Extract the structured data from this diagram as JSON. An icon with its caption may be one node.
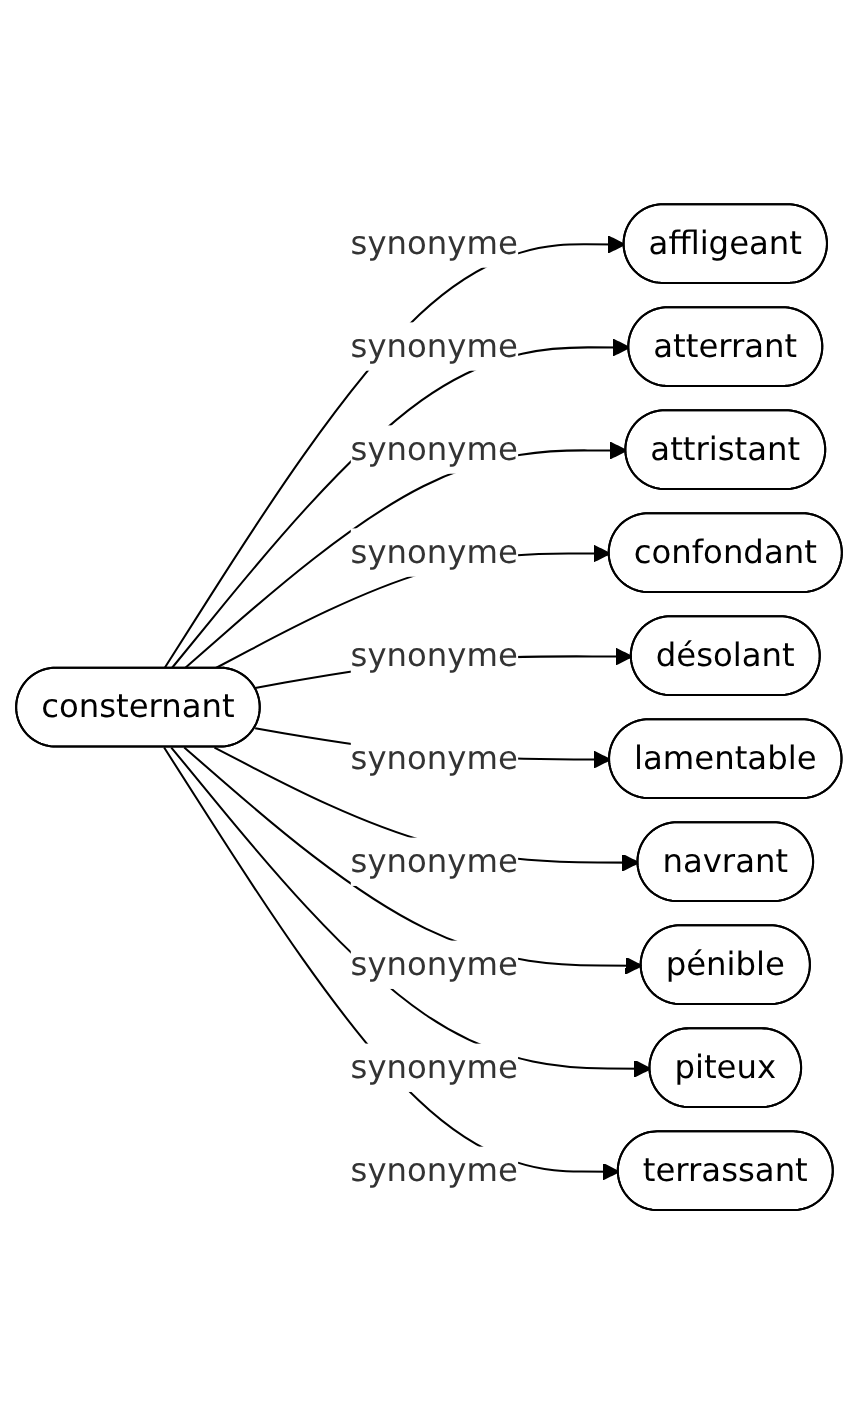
{
  "diagram": {
    "nodes": [
      {
        "text": [
          "consternant"
        ]
      },
      {
        "text": [
          "affligeant"
        ]
      },
      {
        "text": [
          "atterrant"
        ]
      },
      {
        "text": [
          "attristant"
        ]
      },
      {
        "text": [
          "confondant"
        ]
      },
      {
        "text": [
          "désolant"
        ]
      },
      {
        "text": [
          "lamentable"
        ]
      },
      {
        "text": [
          "navrant"
        ]
      },
      {
        "text": [
          "pénible"
        ]
      },
      {
        "text": [
          "piteux"
        ]
      },
      {
        "text": [
          "terrassant"
        ]
      }
    ],
    "edges": [
      {
        "from": 0,
        "to": 1,
        "arrow": "to",
        "label": "synonyme"
      },
      {
        "from": 0,
        "to": 2,
        "arrow": "to",
        "label": "synonyme"
      },
      {
        "from": 0,
        "to": 3,
        "arrow": "to",
        "label": "synonyme"
      },
      {
        "from": 0,
        "to": 4,
        "arrow": "to",
        "label": "synonyme"
      },
      {
        "from": 0,
        "to": 5,
        "arrow": "to",
        "label": "synonyme"
      },
      {
        "from": 0,
        "to": 6,
        "arrow": "to",
        "label": "synonyme"
      },
      {
        "from": 0,
        "to": 7,
        "arrow": "to",
        "label": "synonyme"
      },
      {
        "from": 0,
        "to": 8,
        "arrow": "to",
        "label": "synonyme"
      },
      {
        "from": 0,
        "to": 9,
        "arrow": "to",
        "label": "synonyme"
      },
      {
        "from": 0,
        "to": 10,
        "arrow": "to",
        "label": "synonyme"
      }
    ]
  }
}
